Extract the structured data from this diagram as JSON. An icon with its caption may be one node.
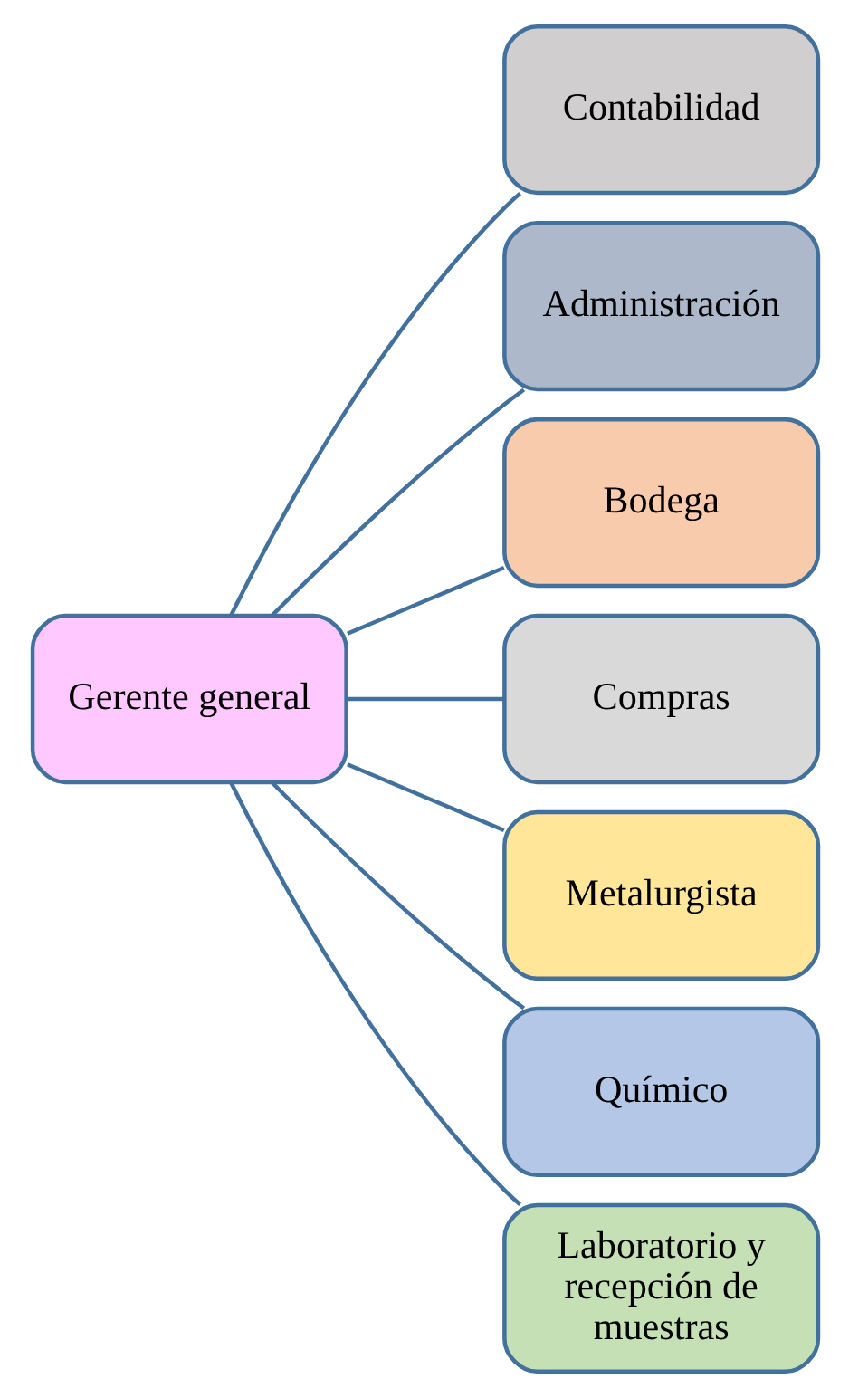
{
  "diagram": {
    "nodes": [
      {
        "text": [
          "Gerente general"
        ]
      },
      {
        "text": [
          "Contabilidad"
        ]
      },
      {
        "text": [
          "Administración"
        ]
      },
      {
        "text": [
          "Bodega"
        ]
      },
      {
        "text": [
          "Compras"
        ]
      },
      {
        "text": [
          "Metalurgista"
        ]
      },
      {
        "text": [
          "Químico"
        ]
      },
      {
        "text": [
          "Laboratorio y recepción de muestras"
        ]
      }
    ],
    "edges": [
      {
        "from": 0,
        "to": 1,
        "arrow": "none"
      },
      {
        "from": 0,
        "to": 2,
        "arrow": "none"
      },
      {
        "from": 0,
        "to": 3,
        "arrow": "none"
      },
      {
        "from": 0,
        "to": 4,
        "arrow": "none"
      },
      {
        "from": 0,
        "to": 5,
        "arrow": "none"
      },
      {
        "from": 0,
        "to": 6,
        "arrow": "none"
      },
      {
        "from": 0,
        "to": 7,
        "arrow": "none"
      }
    ]
  }
}
